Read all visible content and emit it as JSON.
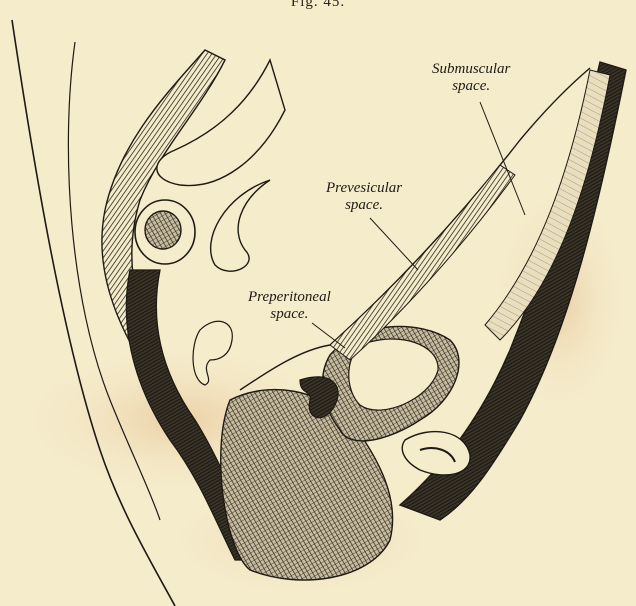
{
  "figure": {
    "title": "Fig. 45."
  },
  "labels": {
    "submuscular": {
      "line1": "Submuscular",
      "line2": "space."
    },
    "prevesicular": {
      "line1": "Prevesicular",
      "line2": "space."
    },
    "preperitoneal": {
      "line1": "Preperitoneal",
      "line2": "space."
    }
  },
  "colors": {
    "paper": "#f5eccb",
    "stain": "#e8c9a0",
    "ink": "#1e1a14",
    "hatch": "#3a3328"
  }
}
